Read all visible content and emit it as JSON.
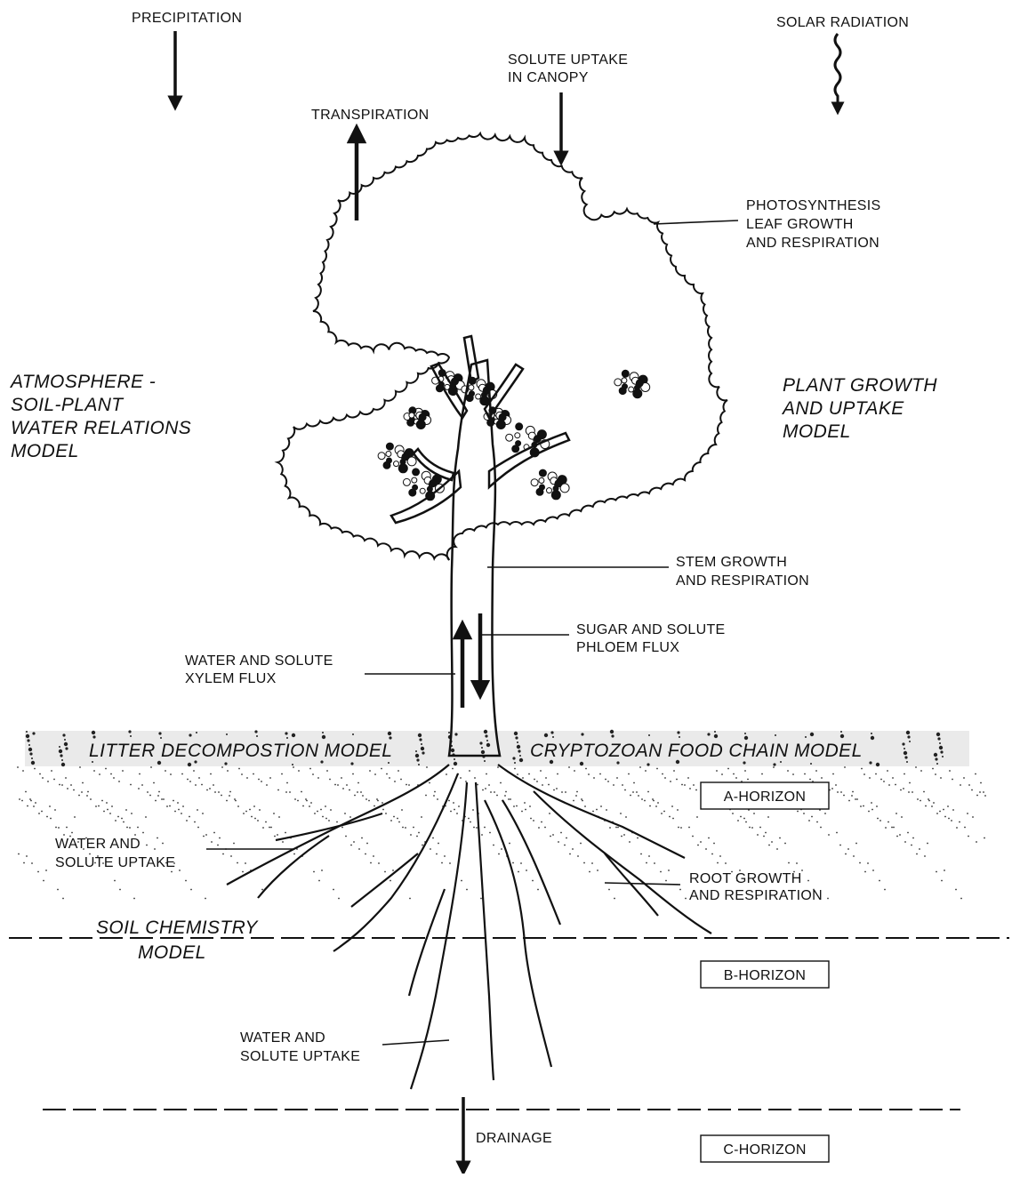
{
  "labels": {
    "precipitation": "PRECIPITATION",
    "solar_radiation": "SOLAR RADIATION",
    "solute_uptake_canopy": [
      "SOLUTE UPTAKE",
      "IN CANOPY"
    ],
    "transpiration": "TRANSPIRATION",
    "photosynthesis": [
      "PHOTOSYNTHESIS",
      "LEAF GROWTH",
      "AND RESPIRATION"
    ],
    "stem_growth": [
      "STEM GROWTH",
      "AND RESPIRATION"
    ],
    "phloem": [
      "SUGAR AND SOLUTE",
      "PHLOEM FLUX"
    ],
    "xylem": [
      "WATER AND SOLUTE",
      "XYLEM FLUX"
    ],
    "water_uptake_upper": [
      "WATER AND",
      "SOLUTE UPTAKE"
    ],
    "root_growth": [
      "ROOT GROWTH",
      "AND RESPIRATION"
    ],
    "water_uptake_lower": [
      "WATER AND",
      "SOLUTE UPTAKE"
    ],
    "drainage": "DRAINAGE"
  },
  "models": {
    "water_relations": [
      "ATMOSPHERE -",
      "SOIL-PLANT",
      "WATER RELATIONS",
      "MODEL"
    ],
    "plant_growth": [
      "PLANT GROWTH",
      "AND UPTAKE",
      "MODEL"
    ],
    "litter": "LITTER DECOMPOSTION MODEL",
    "cryptozoan": "CRYPTOZOAN FOOD CHAIN MODEL",
    "soil_chemistry": [
      "SOIL CHEMISTRY",
      "MODEL"
    ]
  },
  "horizons": {
    "a": "A-HORIZON",
    "b": "B-HORIZON",
    "c": "C-HORIZON"
  }
}
